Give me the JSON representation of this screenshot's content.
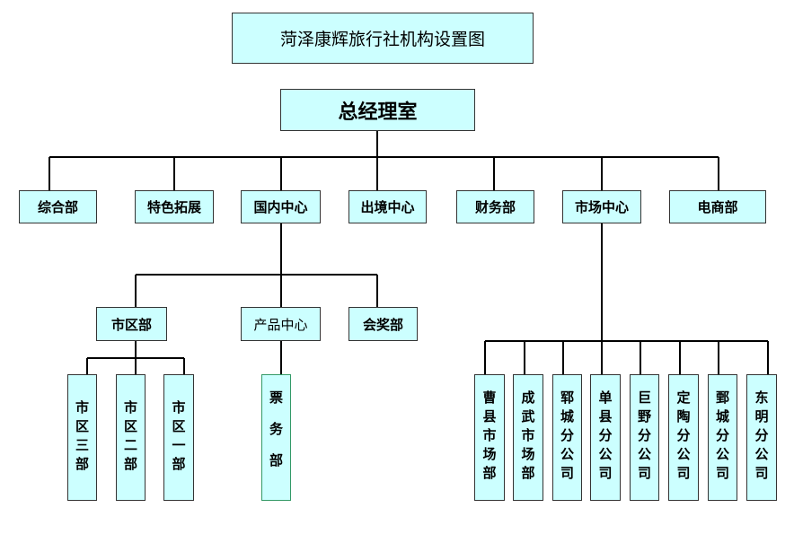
{
  "title": "菏泽康辉旅行社机构设置图",
  "root": "总经理室",
  "departments": [
    "综合部",
    "特色拓展",
    "国内中心",
    "出境中心",
    "财务部",
    "市场中心",
    "电商部"
  ],
  "domestic_units": [
    "市区部",
    "产品中心",
    "会奖部"
  ],
  "urban_offices": [
    "市区三部",
    "市区二部",
    "市区一部"
  ],
  "product_units": [
    "票务部"
  ],
  "market_branches": [
    "曹县市场部",
    "成武市场部",
    "郓城分公司",
    "单县分公司",
    "巨野分公司",
    "定陶分公司",
    "鄄城分公司",
    "东明分公司"
  ]
}
